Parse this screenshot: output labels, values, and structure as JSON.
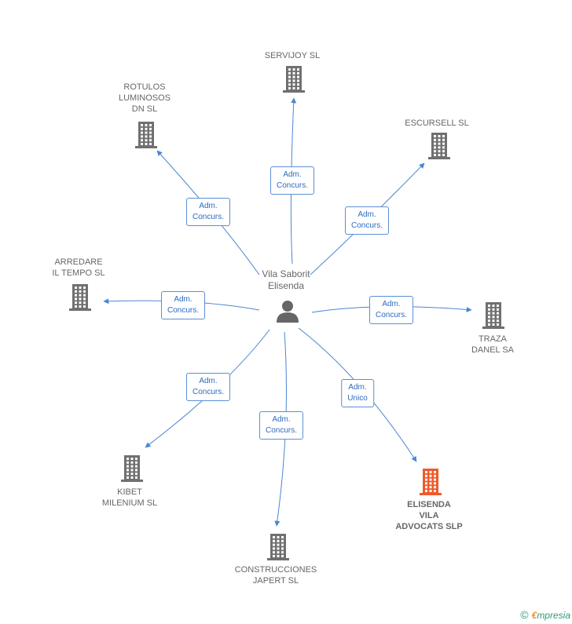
{
  "center": {
    "name": "Vila Saborit\nElisenda",
    "icon": "person-icon"
  },
  "companies": [
    {
      "id": "servijoy",
      "name": "SERVIJOY  SL",
      "role": "Adm.\nConcurs.",
      "highlight": false
    },
    {
      "id": "rotulos",
      "name": "ROTULOS\nLUMINOSOS\nDN SL",
      "role": "Adm.\nConcurs.",
      "highlight": false
    },
    {
      "id": "escursell",
      "name": "ESCURSELL SL",
      "role": "Adm.\nConcurs.",
      "highlight": false
    },
    {
      "id": "arredare",
      "name": "ARREDARE\nIL TEMPO  SL",
      "role": "Adm.\nConcurs.",
      "highlight": false
    },
    {
      "id": "traza",
      "name": "TRAZA\nDANEL SA",
      "role": "Adm.\nConcurs.",
      "highlight": false
    },
    {
      "id": "kibet",
      "name": "KIBET\nMILENIUM SL",
      "role": "Adm.\nConcurs.",
      "highlight": false
    },
    {
      "id": "construcciones",
      "name": "CONSTRUCCIONES\nJAPERT SL",
      "role": "Adm.\nConcurs.",
      "highlight": false
    },
    {
      "id": "elisenda",
      "name": "ELISENDA\nVILA\nADVOCATS SLP",
      "role": "Adm.\nUnico",
      "highlight": true
    }
  ],
  "colors": {
    "edge": "#4a86d4",
    "building": "#707070",
    "building_highlight": "#f05a28",
    "person": "#666666"
  },
  "brand": {
    "copyright": "©",
    "e": "€",
    "rest": "mpresia"
  }
}
